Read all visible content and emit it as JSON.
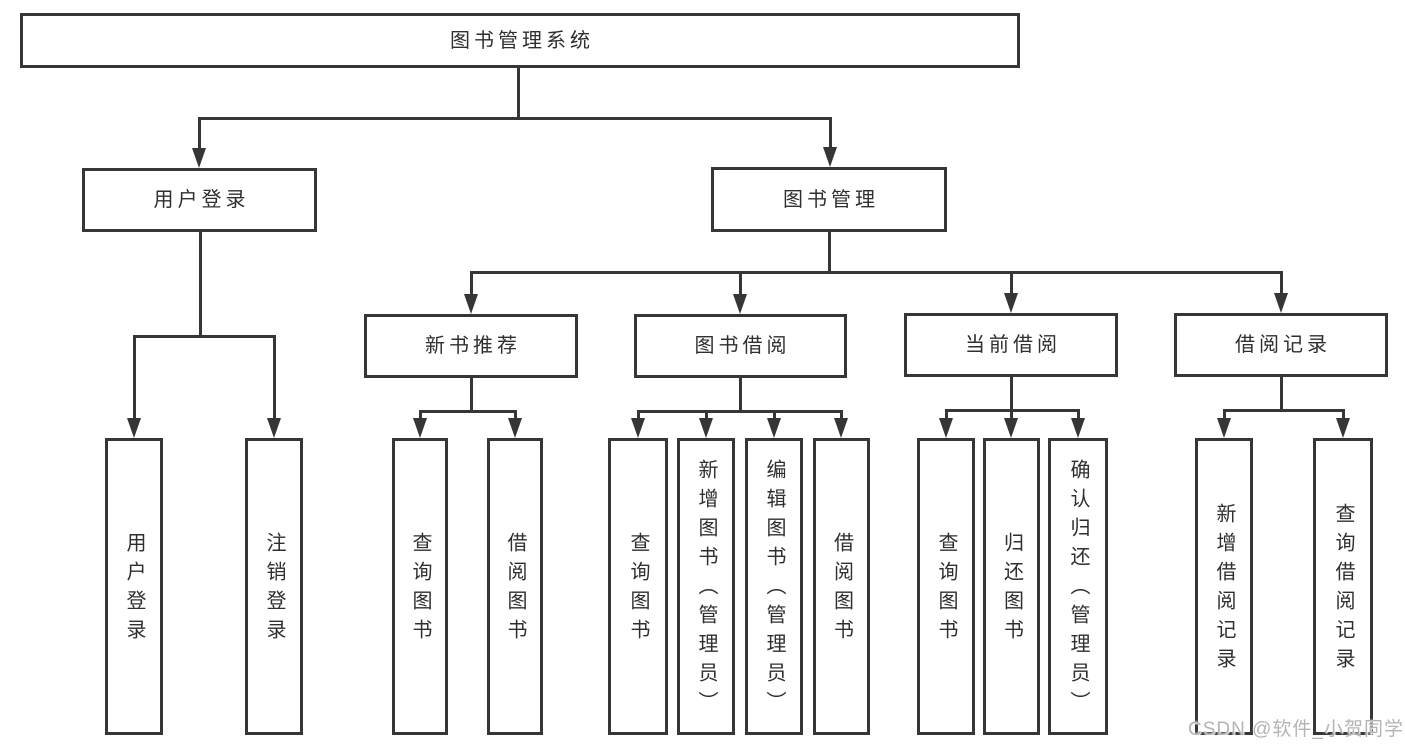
{
  "diagram": {
    "title": "图书管理系统",
    "colors": {
      "line": "#363636",
      "border": "#363636",
      "text": "#2f2f2f",
      "background": "#ffffff",
      "watermark": "#b4b4b4"
    },
    "nodes": {
      "root": {
        "label": "图书管理系统"
      },
      "userLogin": {
        "label": "用户登录"
      },
      "bookMgmt": {
        "label": "图书管理"
      },
      "newBookRec": {
        "label": "新书推荐"
      },
      "bookBorrow": {
        "label": "图书借阅"
      },
      "currentBorrow": {
        "label": "当前借阅"
      },
      "borrowRecord": {
        "label": "借阅记录"
      },
      "leafUserLogin": {
        "label": "用户登录"
      },
      "leafLogout": {
        "label": "注销登录"
      },
      "nbQuery": {
        "label": "查询图书"
      },
      "nbBorrow": {
        "label": "借阅图书"
      },
      "bbQuery": {
        "label": "查询图书"
      },
      "bbAdd": {
        "label": "新增图书（管理员）"
      },
      "bbEdit": {
        "label": "编辑图书（管理员）"
      },
      "bbBorrow": {
        "label": "借阅图书"
      },
      "cbQuery": {
        "label": "查询图书"
      },
      "cbReturn": {
        "label": "归还图书"
      },
      "cbConfirm": {
        "label": "确认归还（管理员）"
      },
      "brAdd": {
        "label": "新增借阅记录"
      },
      "brQuery": {
        "label": "查询借阅记录"
      }
    },
    "hierarchy": {
      "图书管理系统": {
        "用户登录": [
          "用户登录",
          "注销登录"
        ],
        "图书管理": {
          "新书推荐": [
            "查询图书",
            "借阅图书"
          ],
          "图书借阅": [
            "查询图书",
            "新增图书（管理员）",
            "编辑图书（管理员）",
            "借阅图书"
          ],
          "当前借阅": [
            "查询图书",
            "归还图书",
            "确认归还（管理员）"
          ],
          "借阅记录": [
            "新增借阅记录",
            "查询借阅记录"
          ]
        }
      }
    }
  },
  "watermark": {
    "text": "CSDN @软件_小贺同学"
  }
}
